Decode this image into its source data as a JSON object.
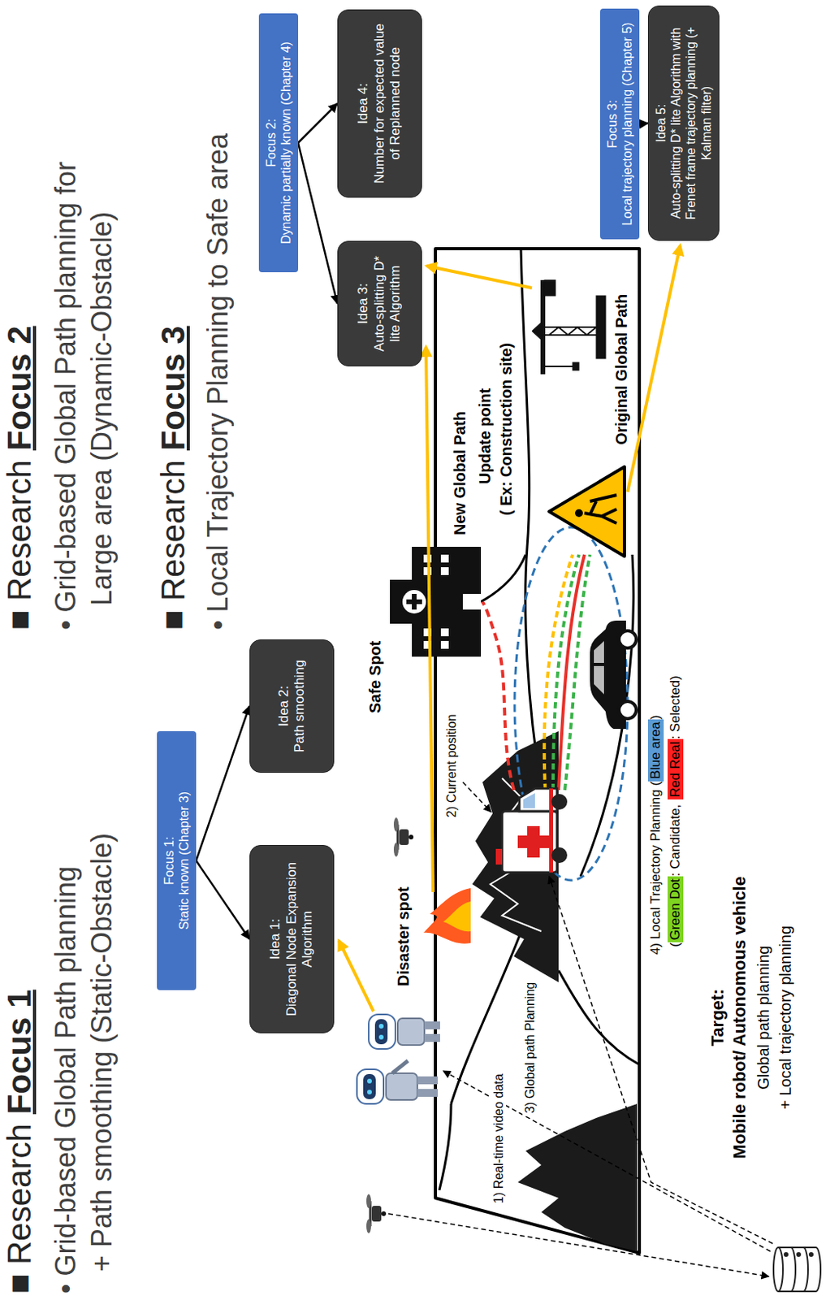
{
  "diagram": {
    "nodes": [
      {
        "text": [
          "Focus 1:",
          "Static known (Chapter 3)"
        ]
      },
      {
        "text": [
          "Idea 1:",
          "Diagonal Node Expansion Algorithm"
        ]
      },
      {
        "text": [
          "Idea 2:",
          "Path smoothing"
        ]
      },
      {
        "text": [
          "Focus 2:",
          "Dynamic partially known (Chapter 4)"
        ]
      },
      {
        "text": [
          "Idea 3:",
          "Auto-splitting D* lite Algorithm"
        ]
      },
      {
        "text": [
          "Idea 4:",
          "Number for expected value of Replanned node"
        ]
      },
      {
        "text": [
          "Focus 3:",
          "Local trajectory planning (Chapter 5)"
        ]
      },
      {
        "text": [
          "Idea 5:",
          "Auto-splitting D* lite Algorithm with Frenet frame trajectory planning (+ Kalman filter)"
        ]
      }
    ],
    "edges": [
      {
        "from": 0,
        "to": 1,
        "arrow": "to"
      },
      {
        "from": 0,
        "to": 2,
        "arrow": "to"
      },
      {
        "from": 3,
        "to": 4,
        "arrow": "to"
      },
      {
        "from": 3,
        "to": 5,
        "arrow": "to"
      },
      {
        "from": 6,
        "to": 7,
        "arrow": "to"
      }
    ],
    "labels": [
      "■ Research",
      "Focus 1",
      "• Grid-based Global Path planning",
      "+ Path smoothing (Static-Obstacle)",
      "■ Research",
      "Focus 2",
      "• Grid-based Global Path planning for",
      "Large area (Dynamic-Obstacle)",
      "■ Research",
      "Focus 3",
      "• Local Trajectory Planning to Safe area",
      "Safe Spot",
      "Disaster spot",
      "2) Current position",
      "New Global Path",
      "Update point",
      "( Ex: Construction site)",
      "Original Global Path",
      "1) Real-time video data",
      "3) Global path Planning",
      "4) Local Trajectory Planning (",
      "Blue area",
      ")",
      "(",
      "Green Dot",
      ": Candidate,",
      "Red Real",
      ": Selected)",
      "Target:",
      "Mobile robot/ Autonomous vehicle",
      "Global path planning",
      "+ Local trajectory planning"
    ]
  }
}
